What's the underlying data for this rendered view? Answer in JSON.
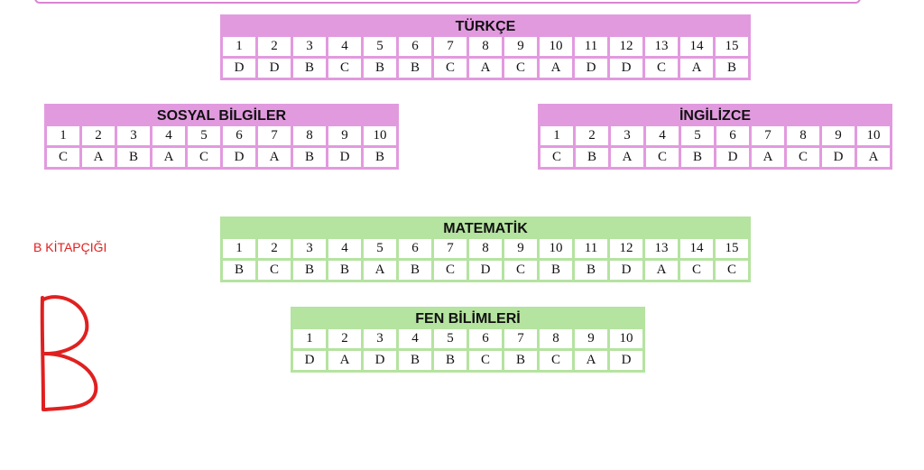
{
  "tables": {
    "turkce": {
      "title": "TÜRKÇE",
      "numbers": [
        "1",
        "2",
        "3",
        "4",
        "5",
        "6",
        "7",
        "8",
        "9",
        "10",
        "11",
        "12",
        "13",
        "14",
        "15"
      ],
      "answers": [
        "D",
        "D",
        "B",
        "C",
        "B",
        "B",
        "C",
        "A",
        "C",
        "A",
        "D",
        "D",
        "C",
        "A",
        "B"
      ]
    },
    "sosyal": {
      "title": "SOSYAL BİLGİLER",
      "numbers": [
        "1",
        "2",
        "3",
        "4",
        "5",
        "6",
        "7",
        "8",
        "9",
        "10"
      ],
      "answers": [
        "C",
        "A",
        "B",
        "A",
        "C",
        "D",
        "A",
        "B",
        "D",
        "B"
      ]
    },
    "ingilizce": {
      "title": "İNGİLİZCE",
      "numbers": [
        "1",
        "2",
        "3",
        "4",
        "5",
        "6",
        "7",
        "8",
        "9",
        "10"
      ],
      "answers": [
        "C",
        "B",
        "A",
        "C",
        "B",
        "D",
        "A",
        "C",
        "D",
        "A"
      ]
    },
    "matematik": {
      "title": "MATEMATİK",
      "numbers": [
        "1",
        "2",
        "3",
        "4",
        "5",
        "6",
        "7",
        "8",
        "9",
        "10",
        "11",
        "12",
        "13",
        "14",
        "15"
      ],
      "answers": [
        "B",
        "C",
        "B",
        "B",
        "A",
        "B",
        "C",
        "D",
        "C",
        "B",
        "B",
        "D",
        "A",
        "C",
        "C"
      ]
    },
    "fen": {
      "title": "FEN BİLİMLERİ",
      "numbers": [
        "1",
        "2",
        "3",
        "4",
        "5",
        "6",
        "7",
        "8",
        "9",
        "10"
      ],
      "answers": [
        "D",
        "A",
        "D",
        "B",
        "B",
        "C",
        "B",
        "C",
        "A",
        "D"
      ]
    }
  },
  "booklet": {
    "label": "B KİTAPÇIĞI",
    "handwritten_letter": "B"
  },
  "colors": {
    "pink": "#e29adf",
    "green": "#b5e3a0",
    "annotation_red": "#e02020"
  }
}
